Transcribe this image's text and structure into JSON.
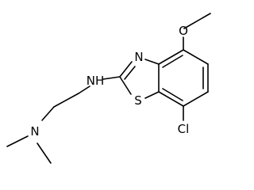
{
  "molecule": {
    "atoms": {
      "methoxy_oxygen": "O",
      "thiazole_nitrogen": "N",
      "amine_nh": "NH",
      "thiazole_sulfur": "S",
      "dimethyl_nitrogen": "N",
      "chlorine": "Cl"
    }
  }
}
